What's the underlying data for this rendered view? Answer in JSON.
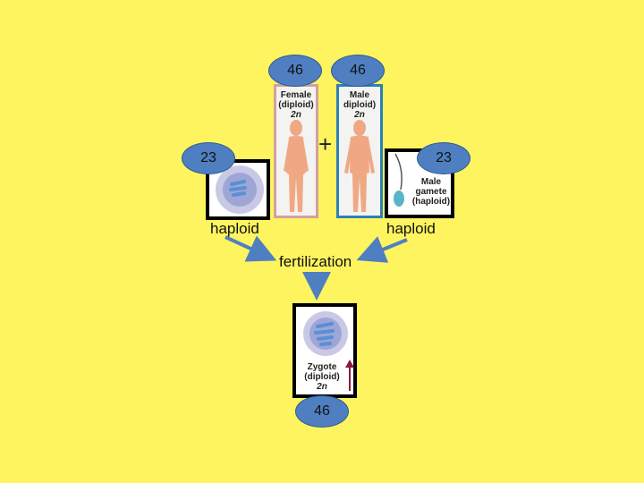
{
  "counts": {
    "female_parent": "46",
    "male_parent": "46",
    "egg": "23",
    "sperm": "23",
    "zygote": "46"
  },
  "female_card": {
    "line1": "Female",
    "line2": "(diploid)",
    "line3": "2n"
  },
  "male_card": {
    "line1": "Male",
    "line2": "diploid)",
    "line3": "2n"
  },
  "plus_sign": "+",
  "male_gamete_card": {
    "line1": "Male",
    "line2": "gamete",
    "line3": "(haploid)"
  },
  "zygote_card": {
    "line1": "Zygote",
    "line2": "(diploid)",
    "line3": "2n"
  },
  "labels": {
    "haploid_left": "haploid",
    "haploid_right": "haploid",
    "fertilization": "fertilization"
  },
  "colors": {
    "background": "#fdf45f",
    "badge": "#4f7fc0",
    "arrow": "#4f7fc0",
    "female_border": "#d4a0a0",
    "male_border": "#2e7fb5",
    "skin": "#f0a884"
  }
}
